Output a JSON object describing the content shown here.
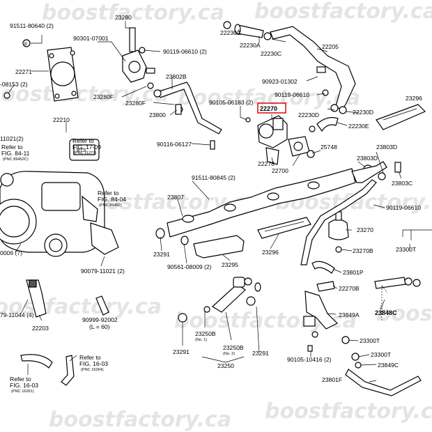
{
  "watermark": "boostfactory.ca",
  "highlight_part": "22270",
  "labels": [
    {
      "id": "p91511-80640",
      "text": "91511-80640 (2)"
    },
    {
      "id": "p23280",
      "text": "23280"
    },
    {
      "id": "p90301-07001",
      "text": "90301-07001"
    },
    {
      "id": "p22271",
      "text": "22271"
    },
    {
      "id": "p90119-06610a",
      "text": "90119-06610 (2)"
    },
    {
      "id": "p08153",
      "text": "-08153 (2)"
    },
    {
      "id": "p23802B",
      "text": "23802B"
    },
    {
      "id": "p23280F",
      "text": "23280F"
    },
    {
      "id": "p23280F2",
      "text": "23280F"
    },
    {
      "id": "p23800",
      "text": "23800"
    },
    {
      "id": "p22210",
      "text": "22210"
    },
    {
      "id": "p11021a",
      "text": "11021(2)"
    },
    {
      "id": "p90116-06127",
      "text": "90116-06127"
    },
    {
      "id": "p90105-06183",
      "text": "90105-06183 (2)"
    },
    {
      "id": "p22270",
      "text": "22270"
    },
    {
      "id": "p22230C",
      "text": "22230C"
    },
    {
      "id": "p22230A",
      "text": "22230A"
    },
    {
      "id": "p22230C2",
      "text": "22230C"
    },
    {
      "id": "p22205",
      "text": "22205"
    },
    {
      "id": "p90923-01302",
      "text": "90923-01302"
    },
    {
      "id": "p90119-06610b",
      "text": "90119-06610"
    },
    {
      "id": "p23296a",
      "text": "23296"
    },
    {
      "id": "p22230D",
      "text": "22230D"
    },
    {
      "id": "p22230D2",
      "text": "22230D"
    },
    {
      "id": "p22230E",
      "text": "22230E"
    },
    {
      "id": "p22278",
      "text": "22278"
    },
    {
      "id": "p25748",
      "text": "25748"
    },
    {
      "id": "p23803D",
      "text": "23803D"
    },
    {
      "id": "p23803D2",
      "text": "23803D"
    },
    {
      "id": "p22700",
      "text": "22700"
    },
    {
      "id": "p23803C",
      "text": "23803C"
    },
    {
      "id": "p91511-80845",
      "text": "91511-80845 (2)"
    },
    {
      "id": "p23807",
      "text": "23807"
    },
    {
      "id": "p90119-06610c",
      "text": "90119-06610"
    },
    {
      "id": "p23270",
      "text": "23270"
    },
    {
      "id": "p23270B",
      "text": "23270B"
    },
    {
      "id": "p23291a",
      "text": "23291"
    },
    {
      "id": "p90561-08009",
      "text": "90561-08009 (2)"
    },
    {
      "id": "p23295",
      "text": "23295"
    },
    {
      "id": "p23296b",
      "text": "23296"
    },
    {
      "id": "p23300T",
      "text": "23300T"
    },
    {
      "id": "p23801P",
      "text": "23801P"
    },
    {
      "id": "p22270B",
      "text": "22270B"
    },
    {
      "id": "p23848C",
      "text": "23848C"
    },
    {
      "id": "p23849A",
      "text": "23849A"
    },
    {
      "id": "p23250B",
      "text": "23250B"
    },
    {
      "id": "p23250B2",
      "text": "23250B"
    },
    {
      "id": "p23291b",
      "text": "23291"
    },
    {
      "id": "p23291c",
      "text": "23291"
    },
    {
      "id": "p23250",
      "text": "23250"
    },
    {
      "id": "p23300T2",
      "text": "23300T"
    },
    {
      "id": "p23300T3",
      "text": "23300T"
    },
    {
      "id": "p90105-10416",
      "text": "90105-10416 (2)"
    },
    {
      "id": "p23849C",
      "text": "23849C"
    },
    {
      "id": "p23801F",
      "text": "23801F"
    },
    {
      "id": "p0006",
      "text": "0006 (7)"
    },
    {
      "id": "p90079-11021",
      "text": "90079-11021 (2)"
    },
    {
      "id": "p90999-92002",
      "text": "90999-92002"
    },
    {
      "id": "pL60",
      "text": "(L = 60)"
    },
    {
      "id": "p79-11044",
      "text": "79-11044 (4)"
    },
    {
      "id": "p22203",
      "text": "22203"
    }
  ],
  "refs": [
    {
      "id": "r1709",
      "line1": "Refer to",
      "line2": "FIG. 17-09",
      "line3": "(PNC 11277)"
    },
    {
      "id": "r8411",
      "line1": "Refer to",
      "line2": "FIG. 84-11",
      "line3": "(PNC 89452C)"
    },
    {
      "id": "r8404",
      "line1": "Refer to",
      "line2": "FIG. 84-04",
      "line3": "(PNC 89452)"
    },
    {
      "id": "r1603a",
      "line1": "Refer to",
      "line2": "FIG. 16-03",
      "line3": "(PNC 16264)"
    },
    {
      "id": "r1603b",
      "line1": "Refer to",
      "line2": "FIG. 16-03",
      "line3": "(PNC 16261)"
    }
  ],
  "notes": [
    {
      "id": "n1",
      "text": "(No. 1)"
    },
    {
      "id": "n2",
      "text": "(No. 2)"
    }
  ]
}
